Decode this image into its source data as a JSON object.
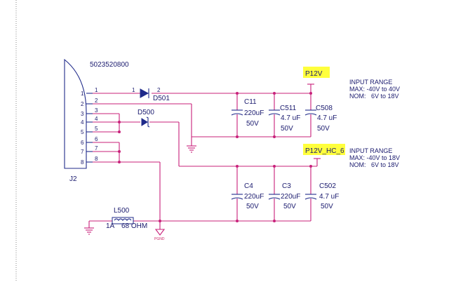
{
  "connector": {
    "part_number": "5023520800",
    "ref": "J2",
    "pins": [
      "1",
      "2",
      "3",
      "4",
      "5",
      "6",
      "7",
      "8"
    ]
  },
  "diodes": {
    "d501": {
      "ref": "D501",
      "pin_a": "1",
      "pin_k": "2"
    },
    "d500": {
      "ref": "D500"
    }
  },
  "rails": {
    "p12v": "P12V",
    "p12v_hc": "P12V_HC_6"
  },
  "capacitors_top": [
    {
      "ref": "C11",
      "value": "220uF",
      "voltage": "50V"
    },
    {
      "ref": "C511",
      "value": "4.7 uF",
      "voltage": "50V"
    },
    {
      "ref": "C508",
      "value": "4.7 uF",
      "voltage": "50V"
    }
  ],
  "capacitors_bottom": [
    {
      "ref": "C4",
      "value": "220uF",
      "voltage": "50V"
    },
    {
      "ref": "C3",
      "value": "220uF",
      "voltage": "50V"
    },
    {
      "ref": "C502",
      "value": "4.7 uF",
      "voltage": "50V"
    }
  ],
  "inductor": {
    "ref": "L500",
    "current": "1A",
    "impedance": "68 OHM"
  },
  "ground_label": "PGND",
  "notes": {
    "top": {
      "title": "INPUT RANGE",
      "max": "MAX: -40V to 40V",
      "nom": "NOM:   6V to 18V"
    },
    "bottom": {
      "title": "INPUT RANGE",
      "max": "MAX: -40V to 18V",
      "nom": "NOM:   6V to 18V"
    }
  },
  "colors": {
    "wire": "#c8207a",
    "part": "#1f2a8a",
    "highlight": "#ffff3c"
  }
}
